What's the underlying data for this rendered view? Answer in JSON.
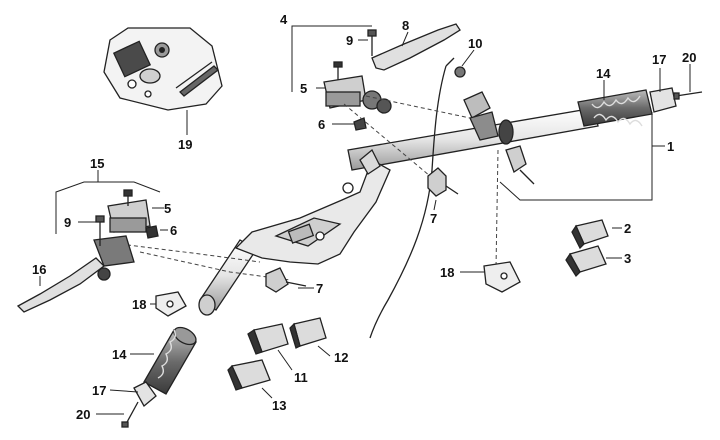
{
  "callouts": {
    "c1": "1",
    "c2": "2",
    "c3": "3",
    "c4": "4",
    "c5a": "5",
    "c5b": "5",
    "c6a": "6",
    "c6b": "6",
    "c7a": "7",
    "c7b": "7",
    "c8": "8",
    "c9a": "9",
    "c9b": "9",
    "c10": "10",
    "c11": "11",
    "c12": "12",
    "c13": "13",
    "c14a": "14",
    "c14b": "14",
    "c15": "15",
    "c16": "16",
    "c17a": "17",
    "c17b": "17",
    "c18a": "18",
    "c18b": "18",
    "c19": "19",
    "c20a": "20",
    "c20b": "20"
  },
  "colors": {
    "ink": "#222222",
    "part_fill": "#d6d6d6",
    "dark_fill": "#555555",
    "grip_fill": "#7a7a7a"
  }
}
